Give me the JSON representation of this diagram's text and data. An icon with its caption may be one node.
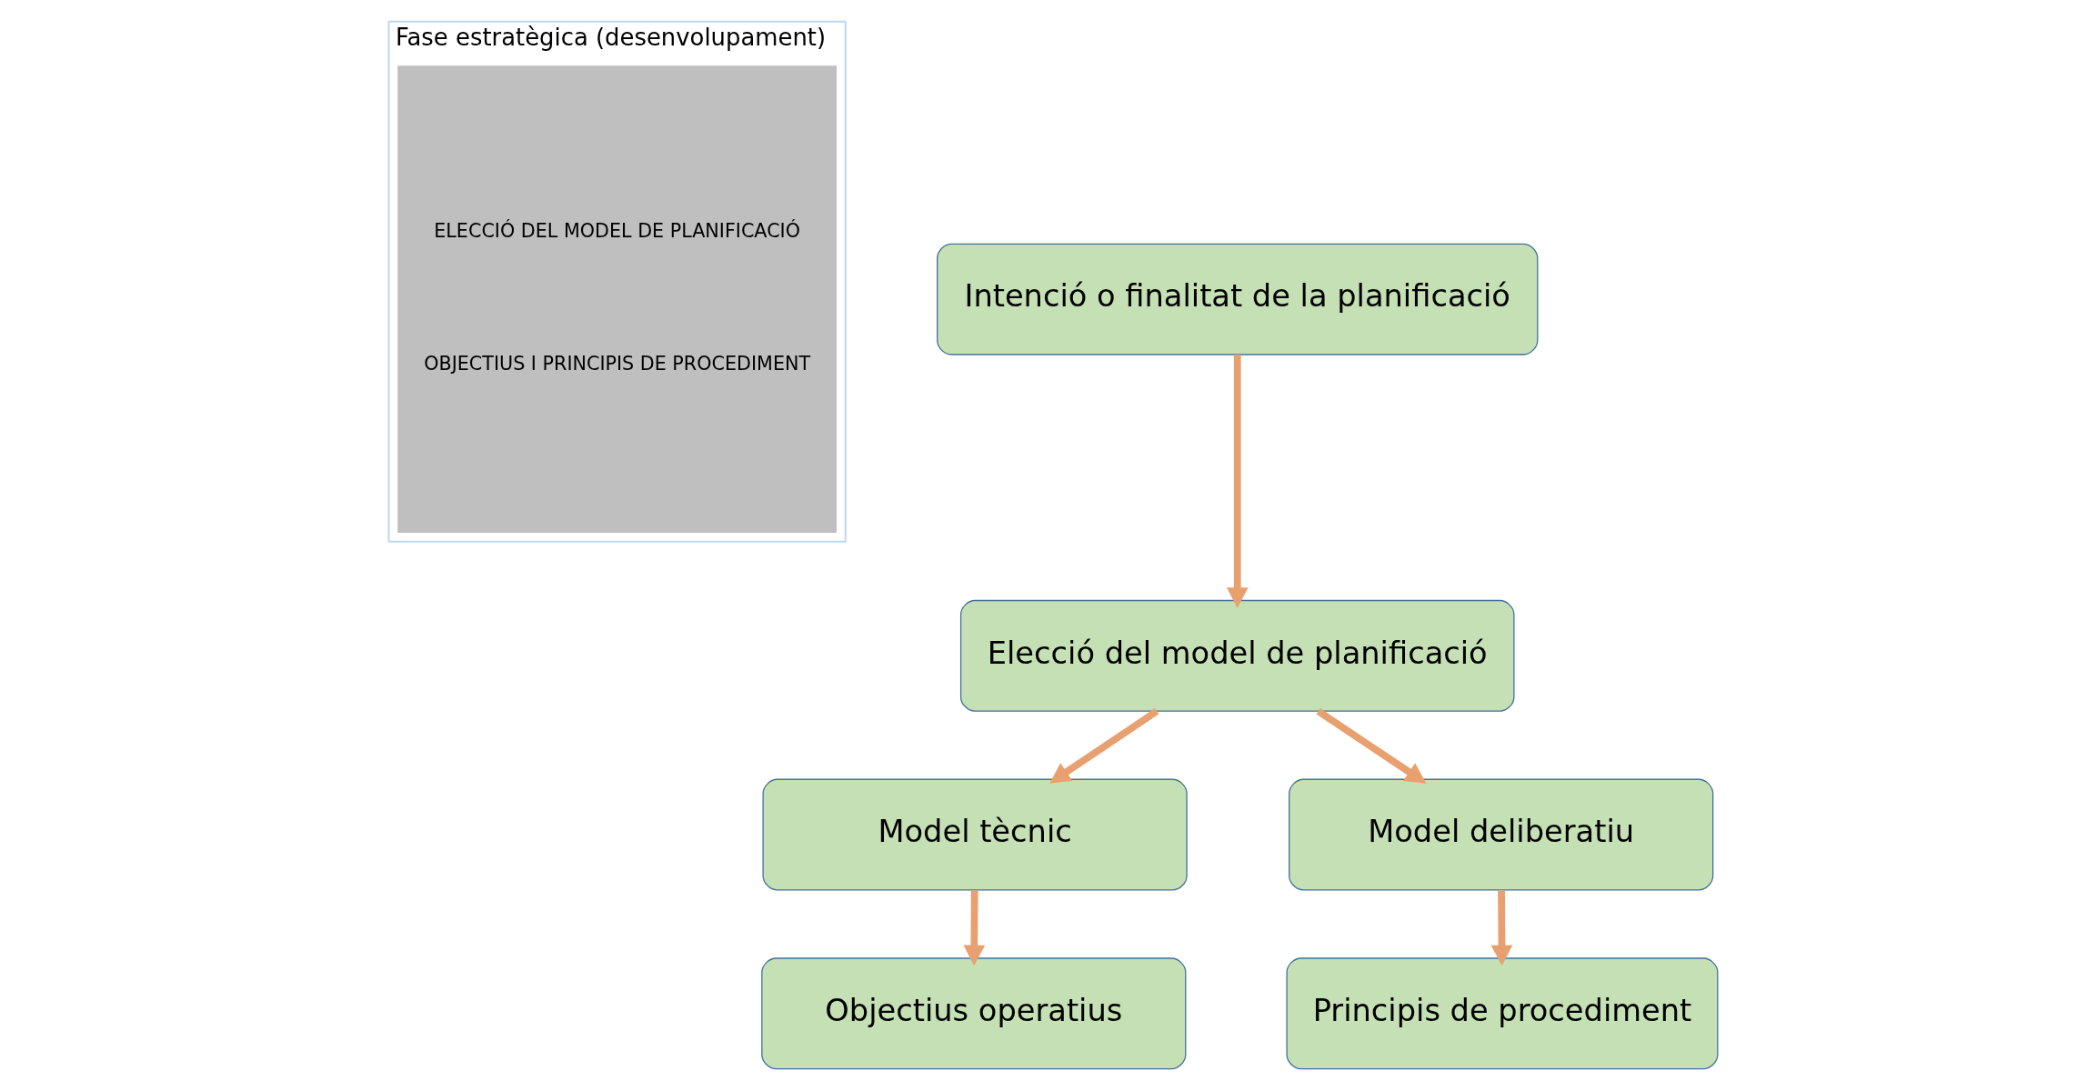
{
  "diagram": {
    "nodes": [
      {
        "text": [
          "Fase estratègica (desenvolupament)"
        ]
      },
      {
        "text": [
          "ELECCIÓ DEL MODEL DE PLANIFICACIÓ",
          "OBJECTIUS I PRINCIPIS DE PROCEDIMENT"
        ],
        "in": 0
      },
      {
        "text": [
          "Intenció o finalitat de la planificació"
        ]
      },
      {
        "text": [
          "Elecció del model de planificació"
        ]
      },
      {
        "text": [
          "Model tècnic"
        ]
      },
      {
        "text": [
          "Model deliberatiu"
        ]
      },
      {
        "text": [
          "Objectius operatius"
        ]
      },
      {
        "text": [
          "Principis de procediment"
        ]
      }
    ],
    "edges": [
      {
        "from": 2,
        "to": 3,
        "arrow": "to"
      },
      {
        "from": 3,
        "to": 4,
        "arrow": "to"
      },
      {
        "from": 3,
        "to": 5,
        "arrow": "to"
      },
      {
        "from": 4,
        "to": 6,
        "arrow": "to"
      },
      {
        "from": 5,
        "to": 7,
        "arrow": "to"
      }
    ]
  }
}
